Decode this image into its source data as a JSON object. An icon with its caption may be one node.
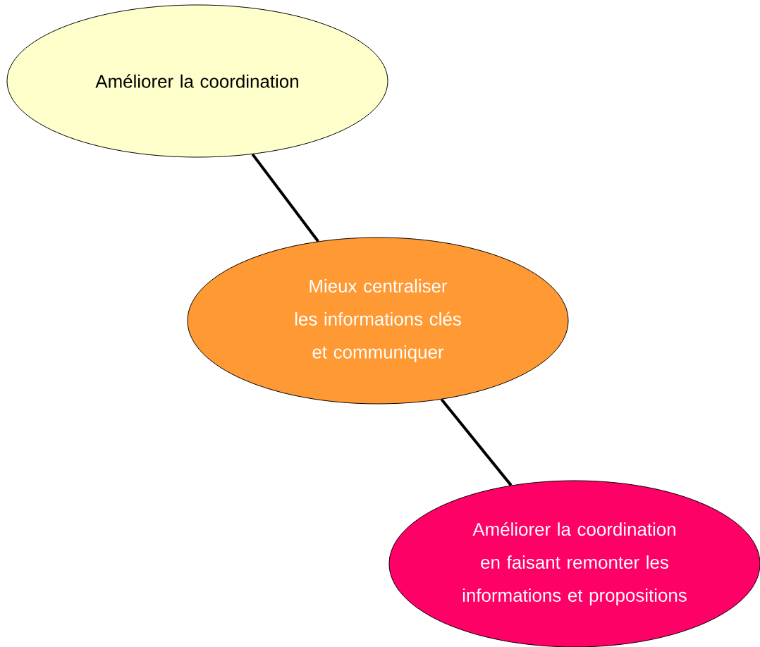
{
  "diagram": {
    "nodes": [
      {
        "text": [
          "Améliorer la coordination"
        ]
      },
      {
        "text": [
          "Mieux centraliser les informations clés et communiquer"
        ]
      },
      {
        "text": [
          "Améliorer la coordination en faisant remonter les informations et propositions"
        ]
      }
    ],
    "edges": [
      {
        "from": 0,
        "to": 1,
        "arrow": "none"
      },
      {
        "from": 1,
        "to": 2,
        "arrow": "none"
      }
    ]
  }
}
